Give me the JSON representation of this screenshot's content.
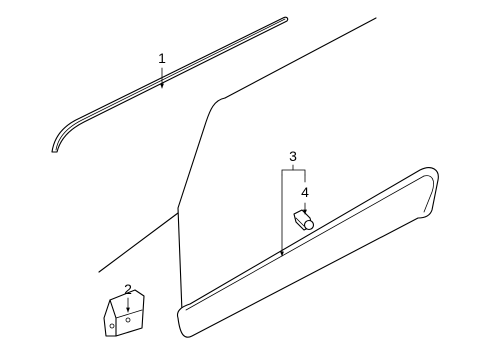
{
  "diagram": {
    "callouts": [
      {
        "id": "callout-1",
        "label": "1"
      },
      {
        "id": "callout-2",
        "label": "2"
      },
      {
        "id": "callout-3",
        "label": "3"
      },
      {
        "id": "callout-4",
        "label": "4"
      }
    ]
  },
  "colors": {
    "ink": "#000000",
    "background": "#ffffff"
  }
}
